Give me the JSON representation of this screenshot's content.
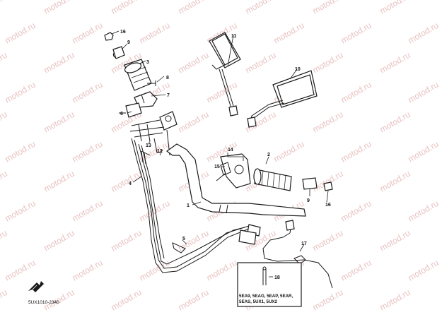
{
  "watermark_text": "motod.ru",
  "part_numbers": {
    "p1": "1",
    "p2": "2",
    "p3": "3",
    "p4": "4",
    "p5": "5",
    "p6": "6",
    "p7": "7",
    "p8": "8",
    "p9a": "9",
    "p9b": "9",
    "p10": "10",
    "p11": "11",
    "p12": "12",
    "p13": "13",
    "p14": "14",
    "p15": "15",
    "p16a": "16",
    "p16b": "16",
    "p17": "17",
    "p18": "18"
  },
  "model_note": {
    "line1": "5EA9, 5EAG, 5EAP, 5EAR,",
    "line2": "5EAS, 5UX1, 5UX2"
  },
  "diagram_code": "5UX1010-2340"
}
